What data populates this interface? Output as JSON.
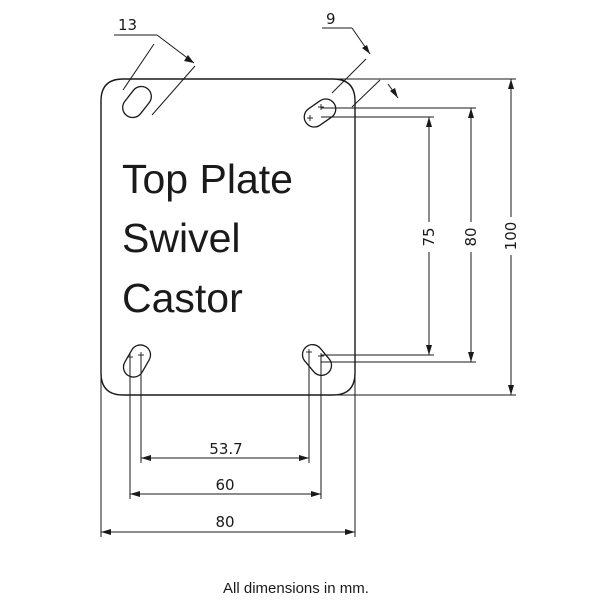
{
  "title_lines": [
    "Top Plate",
    "Swivel",
    "Castor"
  ],
  "dimensions": {
    "hole_length": "13",
    "hole_width": "9",
    "hole_spacing_short": "75",
    "hole_spacing_long": "80",
    "plate_height": "100",
    "hole_spacing_inner": "53.7",
    "hole_spacing_outer": "60",
    "plate_width": "80"
  },
  "footer_note": "All dimensions in mm."
}
